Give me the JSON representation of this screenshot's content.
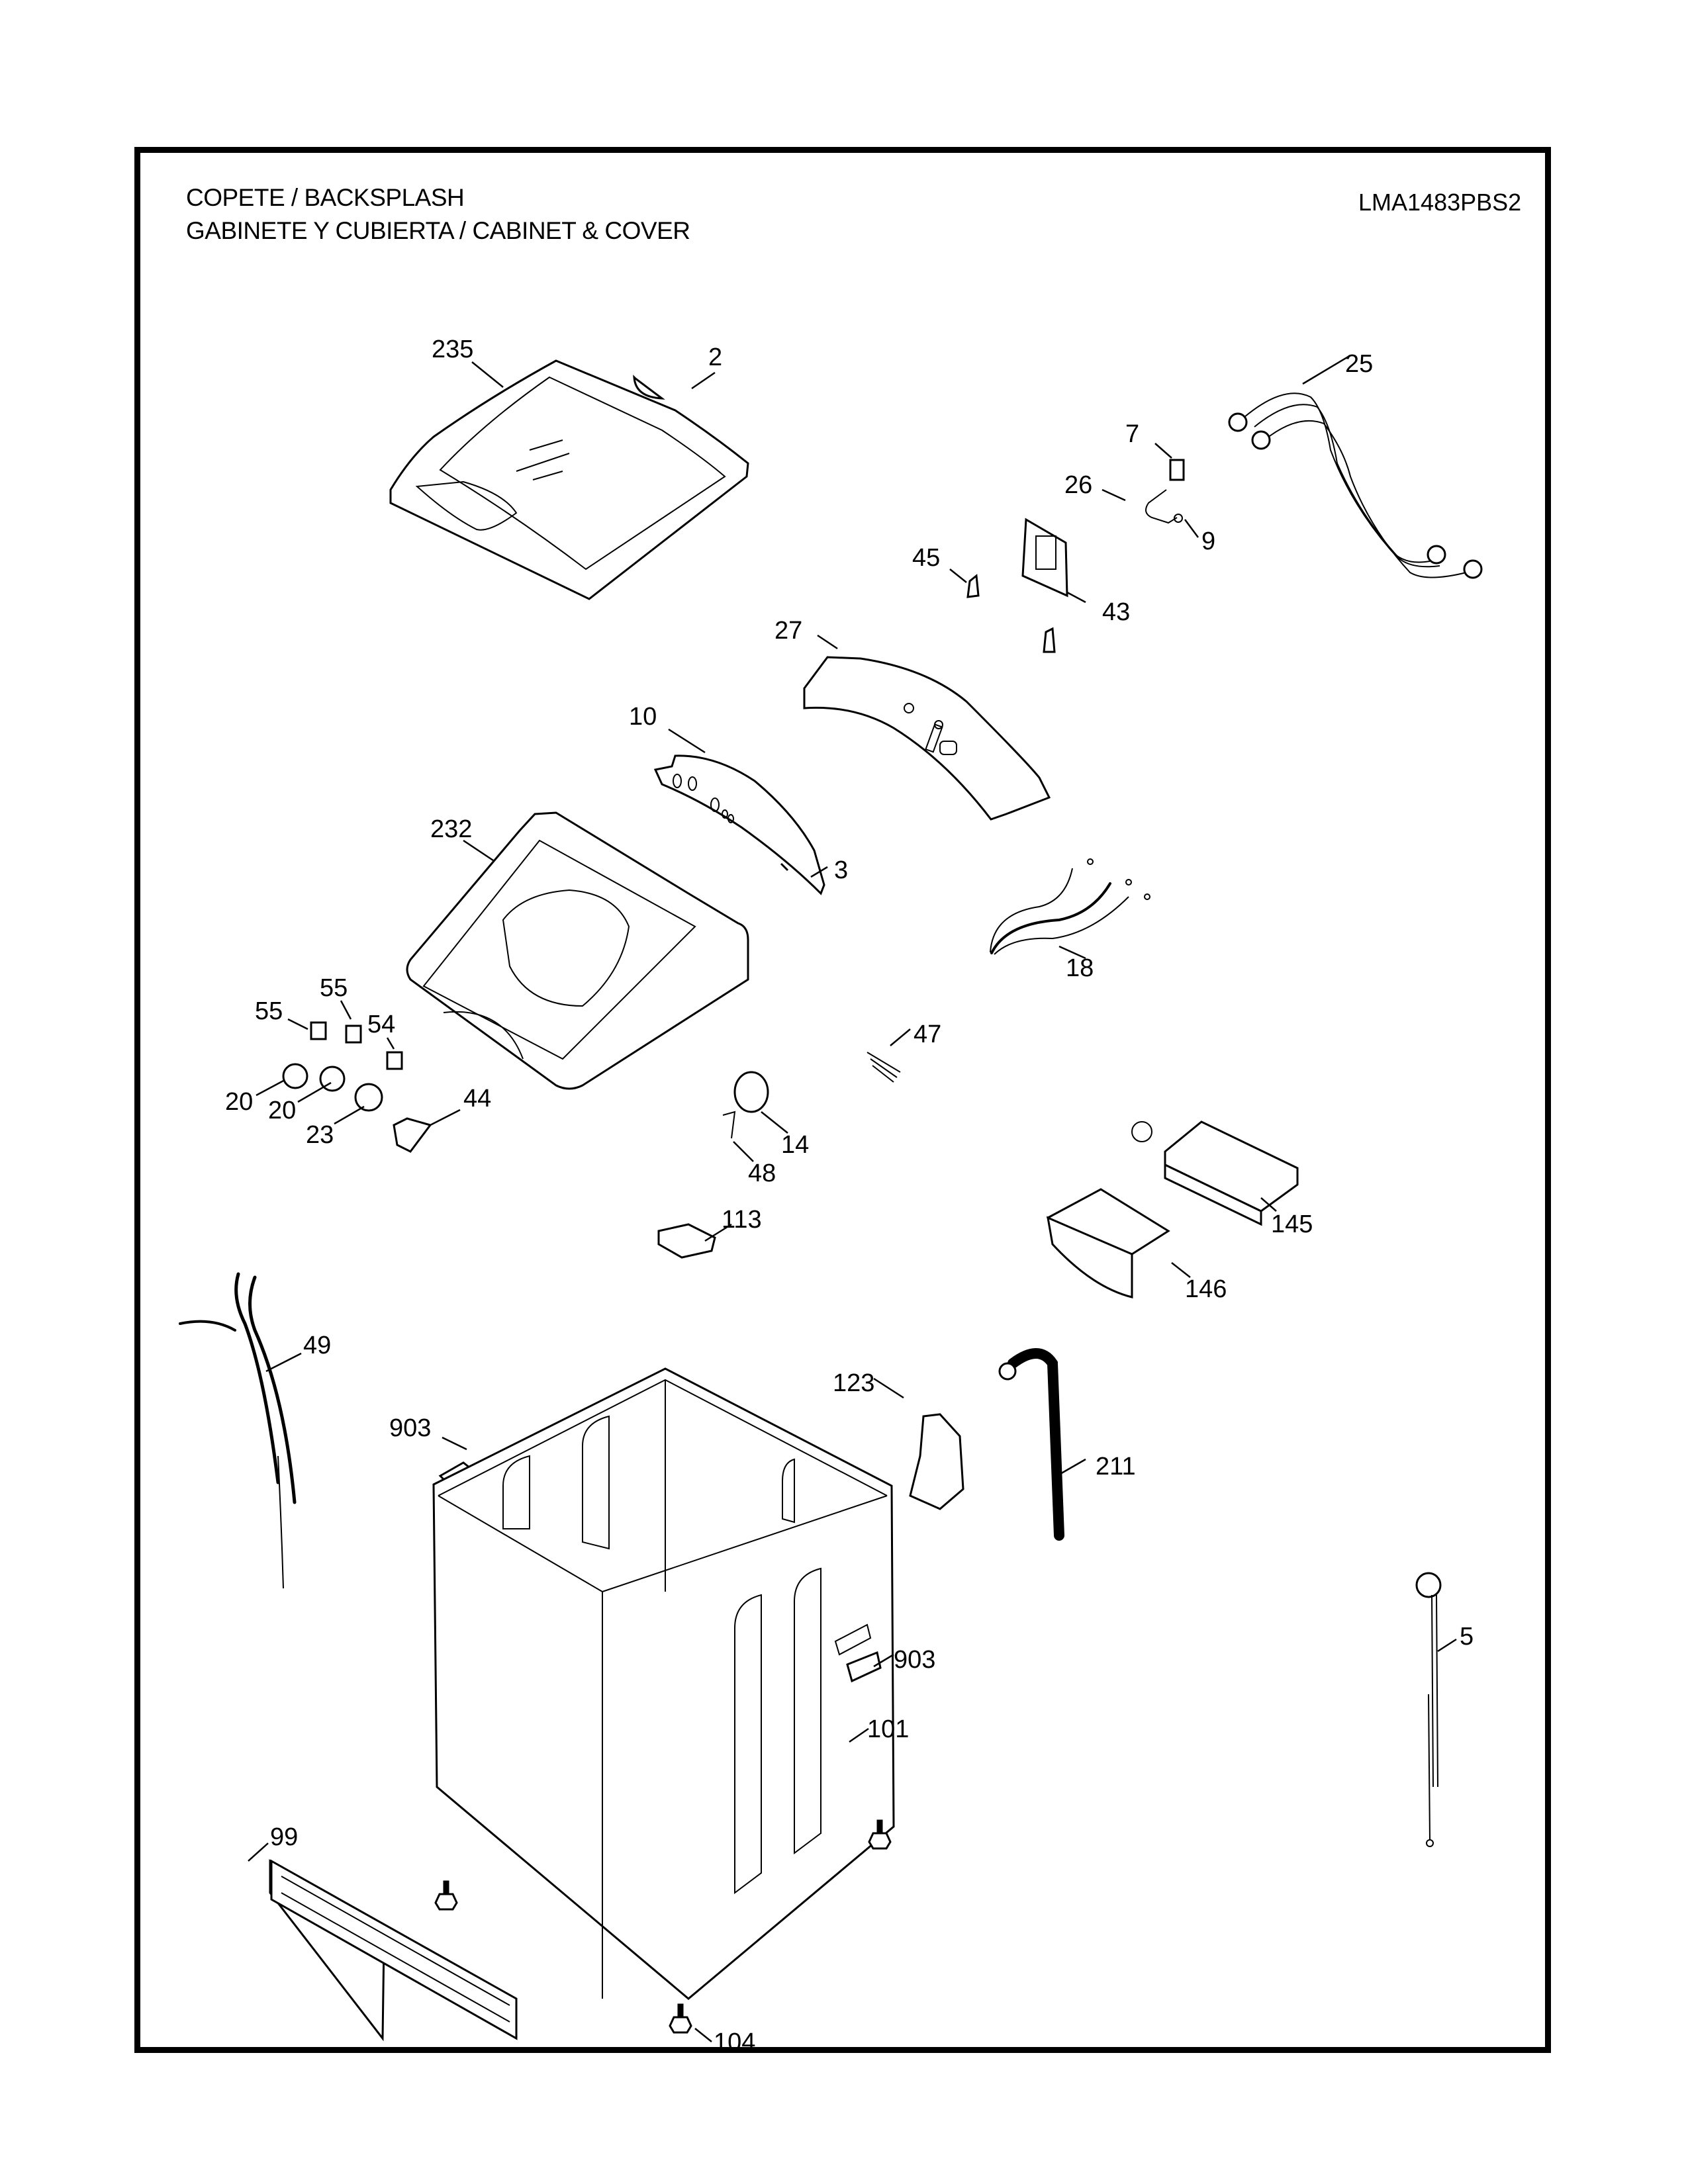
{
  "header": {
    "title_line1": "COPETE / BACKSPLASH",
    "title_line2": "GABINETE Y CUBIERTA / CABINET & COVER",
    "model_number": "LMA1483PBS2"
  },
  "diagram": {
    "type": "exploded-parts-diagram",
    "callouts": [
      {
        "id": "235",
        "part": "lid"
      },
      {
        "id": "2",
        "part": "lid-handle-cap"
      },
      {
        "id": "25",
        "part": "inlet-hoses"
      },
      {
        "id": "7",
        "part": "water-valve"
      },
      {
        "id": "26",
        "part": "valve-hose"
      },
      {
        "id": "9",
        "part": "hose-clamp"
      },
      {
        "id": "45",
        "part": "bracket-clip"
      },
      {
        "id": "43",
        "part": "control-board"
      },
      {
        "id": "27",
        "part": "backsplash"
      },
      {
        "id": "10",
        "part": "control-panel-overlay"
      },
      {
        "id": "232",
        "part": "top-cover"
      },
      {
        "id": "3",
        "part": "screw"
      },
      {
        "id": "18",
        "part": "ground-wires"
      },
      {
        "id": "55",
        "part": "switch-a"
      },
      {
        "id": "55",
        "part": "switch-b"
      },
      {
        "id": "54",
        "part": "switch-c"
      },
      {
        "id": "20",
        "part": "knob-a"
      },
      {
        "id": "20",
        "part": "knob-b"
      },
      {
        "id": "23",
        "part": "knob-c"
      },
      {
        "id": "44",
        "part": "button-board"
      },
      {
        "id": "47",
        "part": "wire-connector"
      },
      {
        "id": "14",
        "part": "pressure-switch"
      },
      {
        "id": "48",
        "part": "pressure-hose-clip"
      },
      {
        "id": "113",
        "part": "lid-switch"
      },
      {
        "id": "145",
        "part": "dispenser-housing"
      },
      {
        "id": "146",
        "part": "dispenser-drawer"
      },
      {
        "id": "49",
        "part": "wire-harness"
      },
      {
        "id": "903",
        "part": "cabinet-plug-top"
      },
      {
        "id": "123",
        "part": "drain-bracket"
      },
      {
        "id": "211",
        "part": "drain-hose"
      },
      {
        "id": "903",
        "part": "cabinet-plug-side"
      },
      {
        "id": "5",
        "part": "power-cord"
      },
      {
        "id": "101",
        "part": "cabinet"
      },
      {
        "id": "99",
        "part": "base-trim"
      },
      {
        "id": "104",
        "part": "leveling-foot"
      }
    ]
  }
}
